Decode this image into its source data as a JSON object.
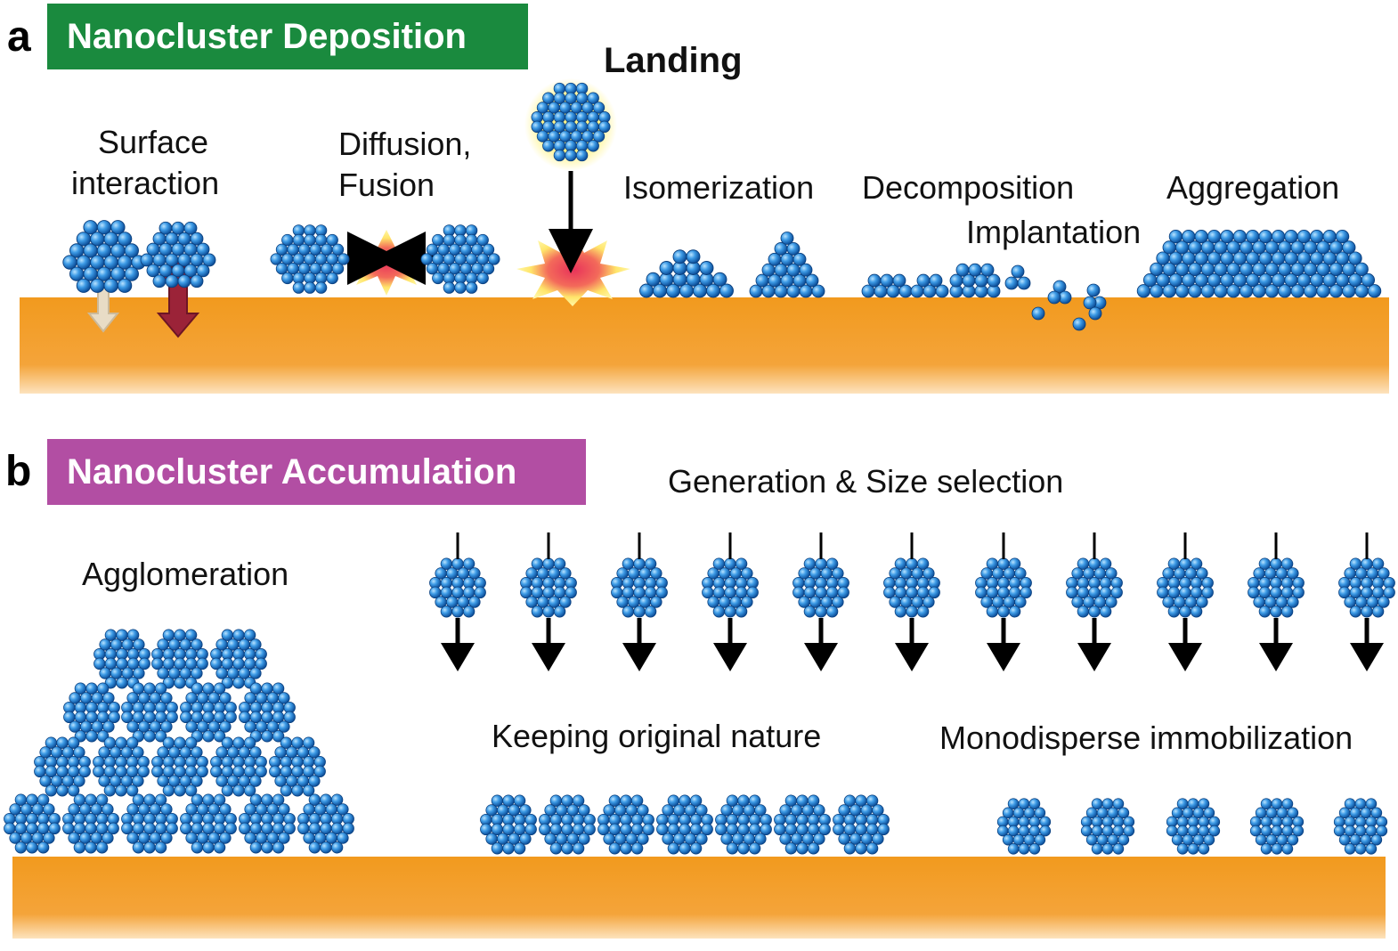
{
  "panel_a": {
    "letter": "a",
    "banner": "Nanocluster Deposition",
    "landing": "Landing",
    "surface_line1": "Surface",
    "surface_line2": "interaction",
    "diffusion_line1": "Diffusion,",
    "diffusion_line2": "Fusion",
    "isomerization": "Isomerization",
    "decomposition": "Decomposition",
    "implantation": "Implantation",
    "aggregation": "Aggregation"
  },
  "panel_b": {
    "letter": "b",
    "banner": "Nanocluster Accumulation",
    "generation": "Generation & Size selection",
    "agglomeration": "Agglomeration",
    "keeping": "Keeping original nature",
    "monodisperse": "Monodisperse immobilization"
  },
  "colors": {
    "banner_a": "#1a8a3e",
    "banner_b": "#b24ea3",
    "substrate": "#f29a1e",
    "atom": "#2f8fe0",
    "impact_outer": "#fff27a",
    "impact_inner": "#e8335a"
  }
}
